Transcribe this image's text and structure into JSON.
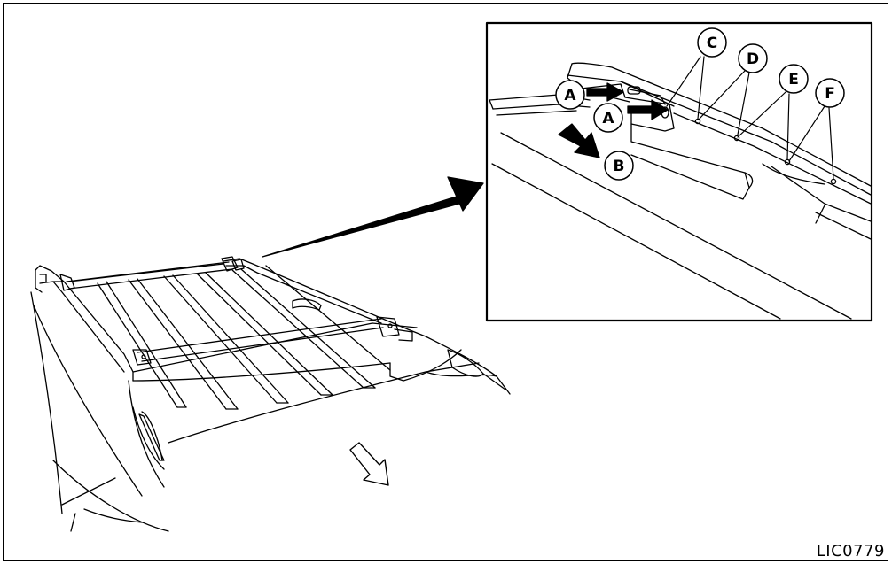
{
  "figure": {
    "code": "LIC0779",
    "callouts": {
      "a1": "A",
      "a2": "A",
      "b": "B",
      "c": "C",
      "d": "D",
      "e": "E",
      "f": "F"
    }
  }
}
